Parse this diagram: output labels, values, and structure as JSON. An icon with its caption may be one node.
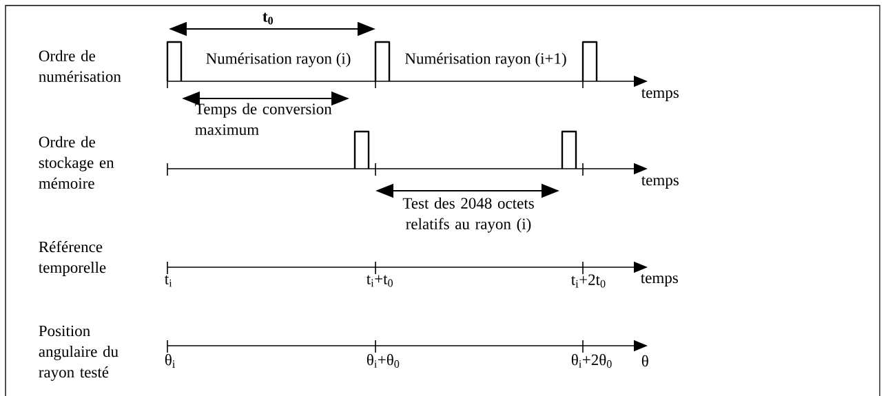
{
  "diagram": {
    "labels": [
      "t$_{0}$",
      "Ordre de numérisation",
      "Numérisation rayon (i)",
      "Numérisation rayon (i+1)",
      "temps",
      "Temps de conversion maximum",
      "Ordre de stockage en mémoire",
      "temps",
      "Test des 2048 octets relatifs au rayon (i)",
      "Référence temporelle",
      "t$_{i}$",
      "t$_{i}$+t$_{0}$",
      "t$_{i}$+2t$_{0}$",
      "temps",
      "Position angulaire du rayon testé",
      "θ$_{i}$",
      "θ$_{i}$+θ$_{0}$",
      "θ$_{i}$+2θ$_{0}$",
      "θ"
    ]
  }
}
